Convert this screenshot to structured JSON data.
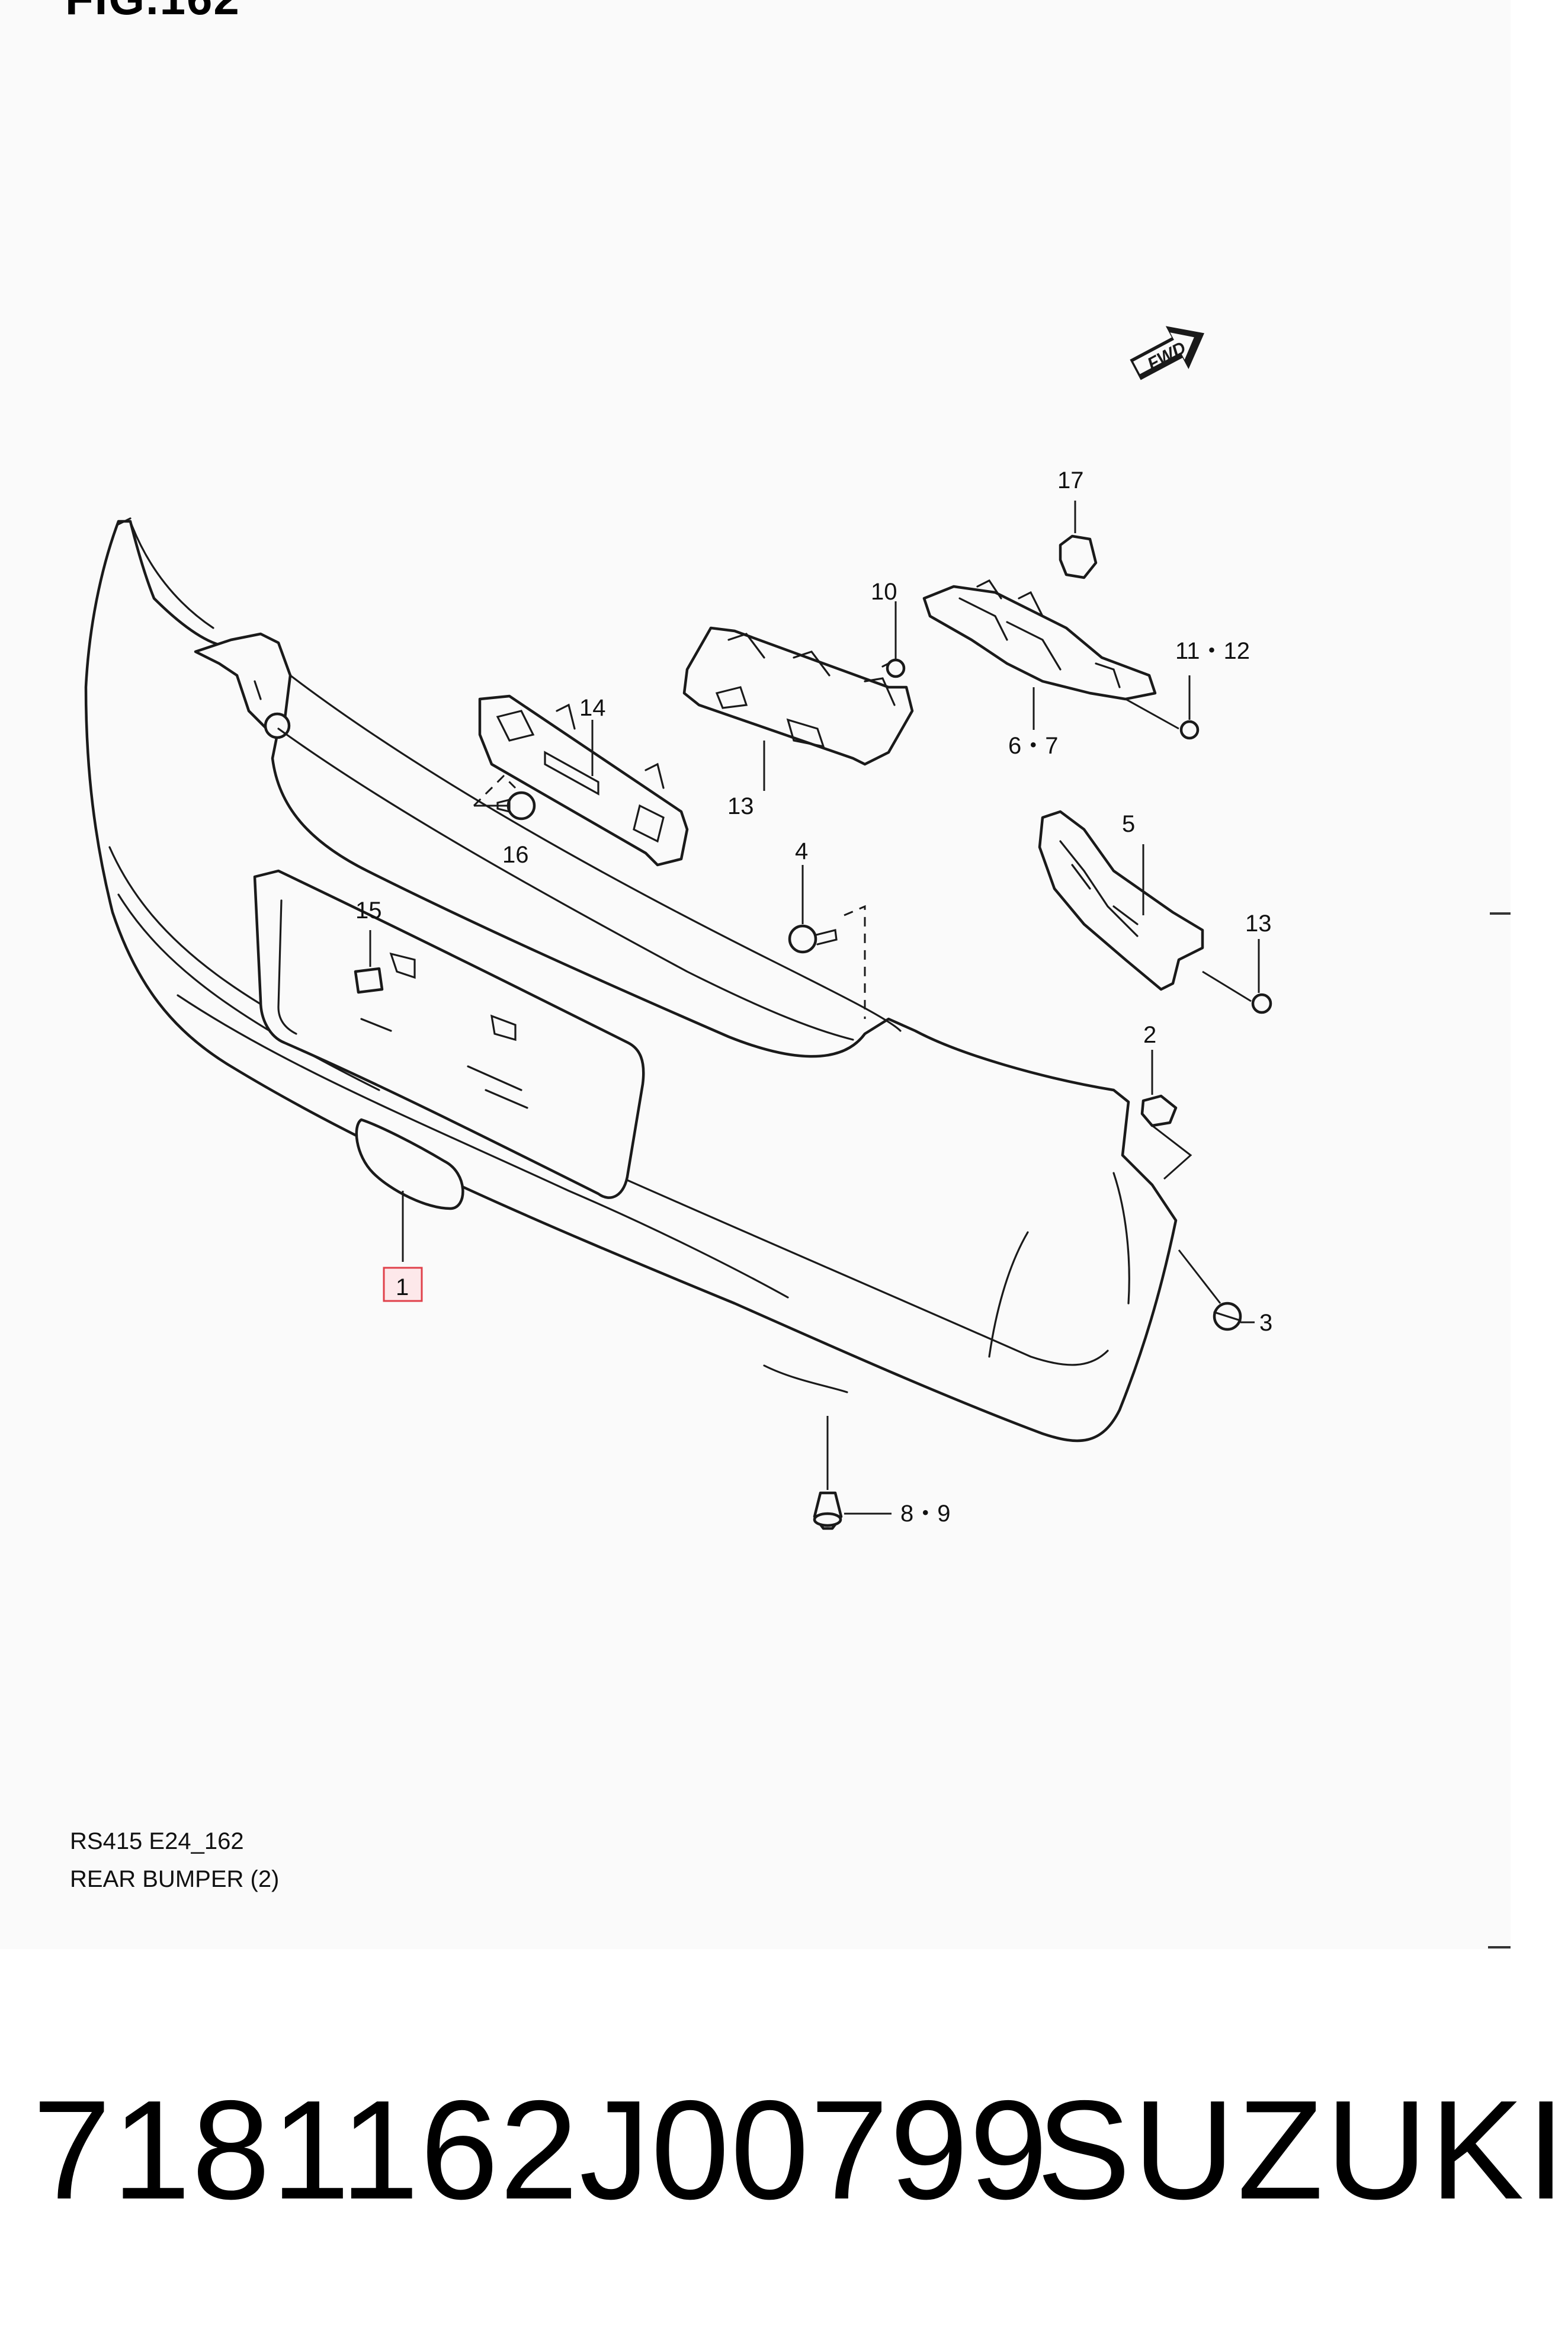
{
  "figure": {
    "title": "FIG.162",
    "direction_label": "FWD"
  },
  "callouts": [
    {
      "id": "c1",
      "label": "1",
      "highlighted": true
    },
    {
      "id": "c2",
      "label": "2"
    },
    {
      "id": "c3",
      "label": "3"
    },
    {
      "id": "c4",
      "label": "4"
    },
    {
      "id": "c5",
      "label": "5"
    },
    {
      "id": "c67",
      "label": "6・7"
    },
    {
      "id": "c89",
      "label": "8・9"
    },
    {
      "id": "c10",
      "label": "10"
    },
    {
      "id": "c1112",
      "label": "11・12"
    },
    {
      "id": "c13a",
      "label": "13"
    },
    {
      "id": "c13b",
      "label": "13"
    },
    {
      "id": "c14",
      "label": "14"
    },
    {
      "id": "c15",
      "label": "15"
    },
    {
      "id": "c16",
      "label": "16"
    },
    {
      "id": "c17",
      "label": "17"
    }
  ],
  "caption": {
    "code": "RS415 E24_162",
    "name": "REAR BUMPER (2)"
  },
  "banner": {
    "part_number": "7181162J00799",
    "brand": "SUZUKI"
  },
  "colors": {
    "highlight_border": "#e0404a",
    "highlight_fill": "#fde8ea"
  }
}
